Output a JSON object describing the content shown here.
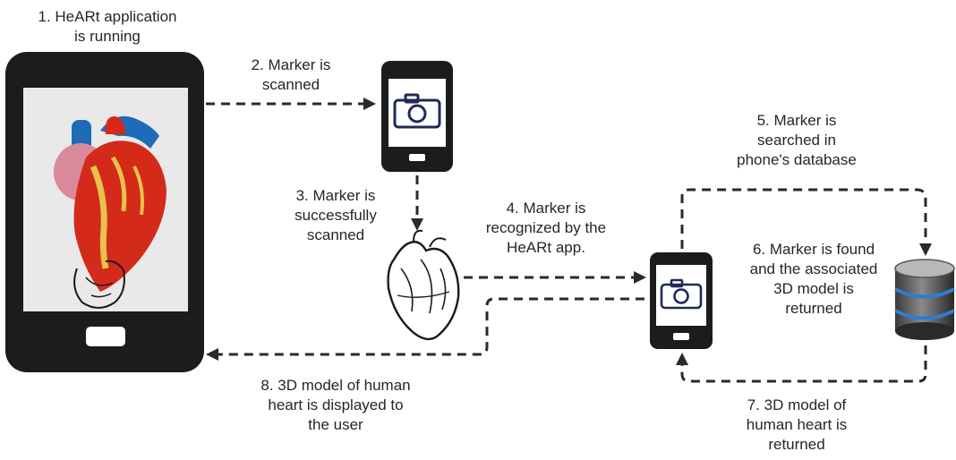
{
  "steps": {
    "s1": "1. HeARt application\nis running",
    "s2": "2. Marker is\nscanned",
    "s3": "3. Marker is\nsuccessfully\nscanned",
    "s4": "4. Marker is\nrecognized by the\nHeARt app.",
    "s5": "5. Marker is\nsearched in\nphone's database",
    "s6": "6. Marker is found\nand the associated\n3D model is\nreturned",
    "s7": "7. 3D model of\nhuman heart is\nreturned",
    "s8": "8. 3D model of human\nheart is displayed to\nthe user"
  },
  "icons": {
    "big_phone": "smartphone-icon",
    "scan_phone": "camera-icon",
    "marker": "heart-sketch-icon",
    "recognize_phone": "camera-icon",
    "database": "database-icon",
    "model": "3d-heart-model-icon"
  },
  "colors": {
    "phone": "#1c1c1c",
    "camera": "#1f2a5a",
    "heart_red": "#d42a1a",
    "vessel_blue": "#1e6bb8",
    "atrium_pink": "#d98a9a",
    "fat_yellow": "#e8c24a",
    "db_blue": "#2a7fd0"
  }
}
